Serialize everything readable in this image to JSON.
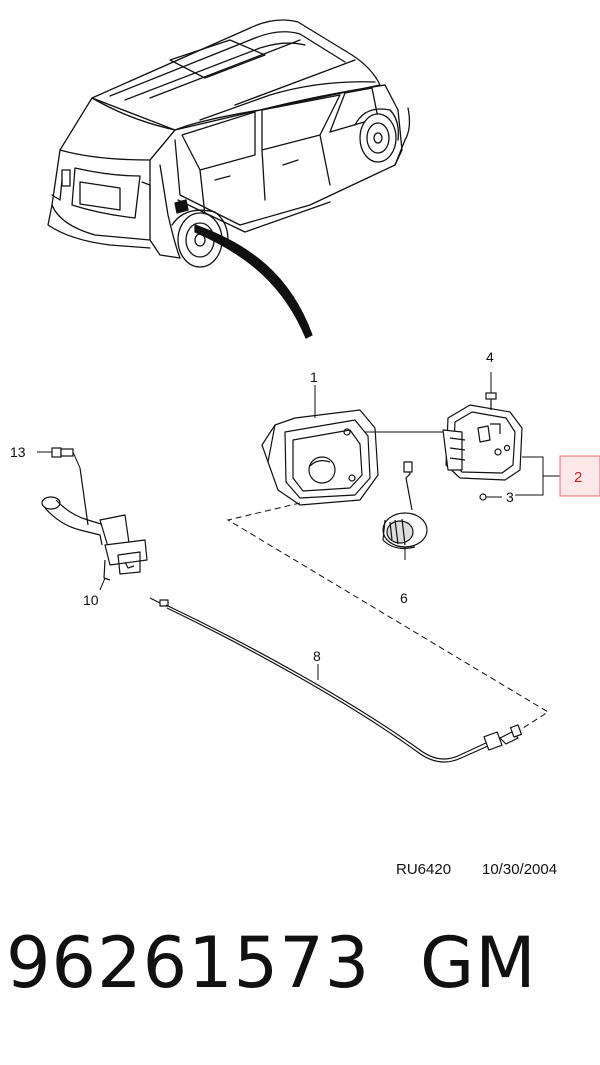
{
  "callouts": {
    "c1": "1",
    "c2": "2",
    "c3": "3",
    "c4": "4",
    "c6": "6",
    "c8": "8",
    "c10": "10",
    "c13": "13"
  },
  "reference": {
    "code": "RU6420",
    "date": "10/30/2004"
  },
  "footer": {
    "part_number": "96261573",
    "brand": "GM"
  },
  "colors": {
    "line": "#111111",
    "highlight_box_fill": "#fde7e9",
    "highlight_box_stroke": "#e57373",
    "highlight_text": "#c62828"
  }
}
